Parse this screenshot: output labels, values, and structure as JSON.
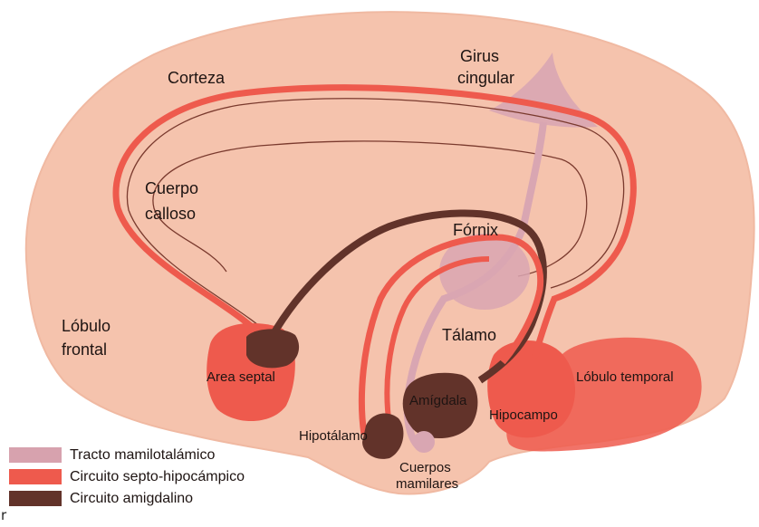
{
  "labels": {
    "corteza": "Corteza",
    "girus_line1": "Girus",
    "girus_line2": "cingular",
    "cuerpo_line1": "Cuerpo",
    "cuerpo_line2": "calloso",
    "fornix": "Fórnix",
    "lobulo_frontal_line1": "Lóbulo",
    "lobulo_frontal_line2": "frontal",
    "talamo": "Tálamo",
    "area_septal": "Area septal",
    "amigdala": "Amígdala",
    "lobulo_temporal": "Lóbulo temporal",
    "hipocampo": "Hipocampo",
    "hipotalamo": "Hipotálamo",
    "cuerpos_line1": "Cuerpos",
    "cuerpos_line2": "mamilares"
  },
  "legend": [
    {
      "label": "Tracto mamilotalámico",
      "color": "#d7a2ae"
    },
    {
      "label": "Circuito septo-hipocámpico",
      "color": "#ee5a4d"
    },
    {
      "label": "Circuito amigdalino",
      "color": "#62332a"
    }
  ],
  "corner_mark": "r",
  "colors": {
    "brain": "#f5c3ad",
    "brain_edge": "#f0b9a2",
    "tract": "#d9a6b2",
    "septo": "#ee5a4d",
    "amigdalino": "#62332a",
    "outline": "#7a3a2e"
  }
}
